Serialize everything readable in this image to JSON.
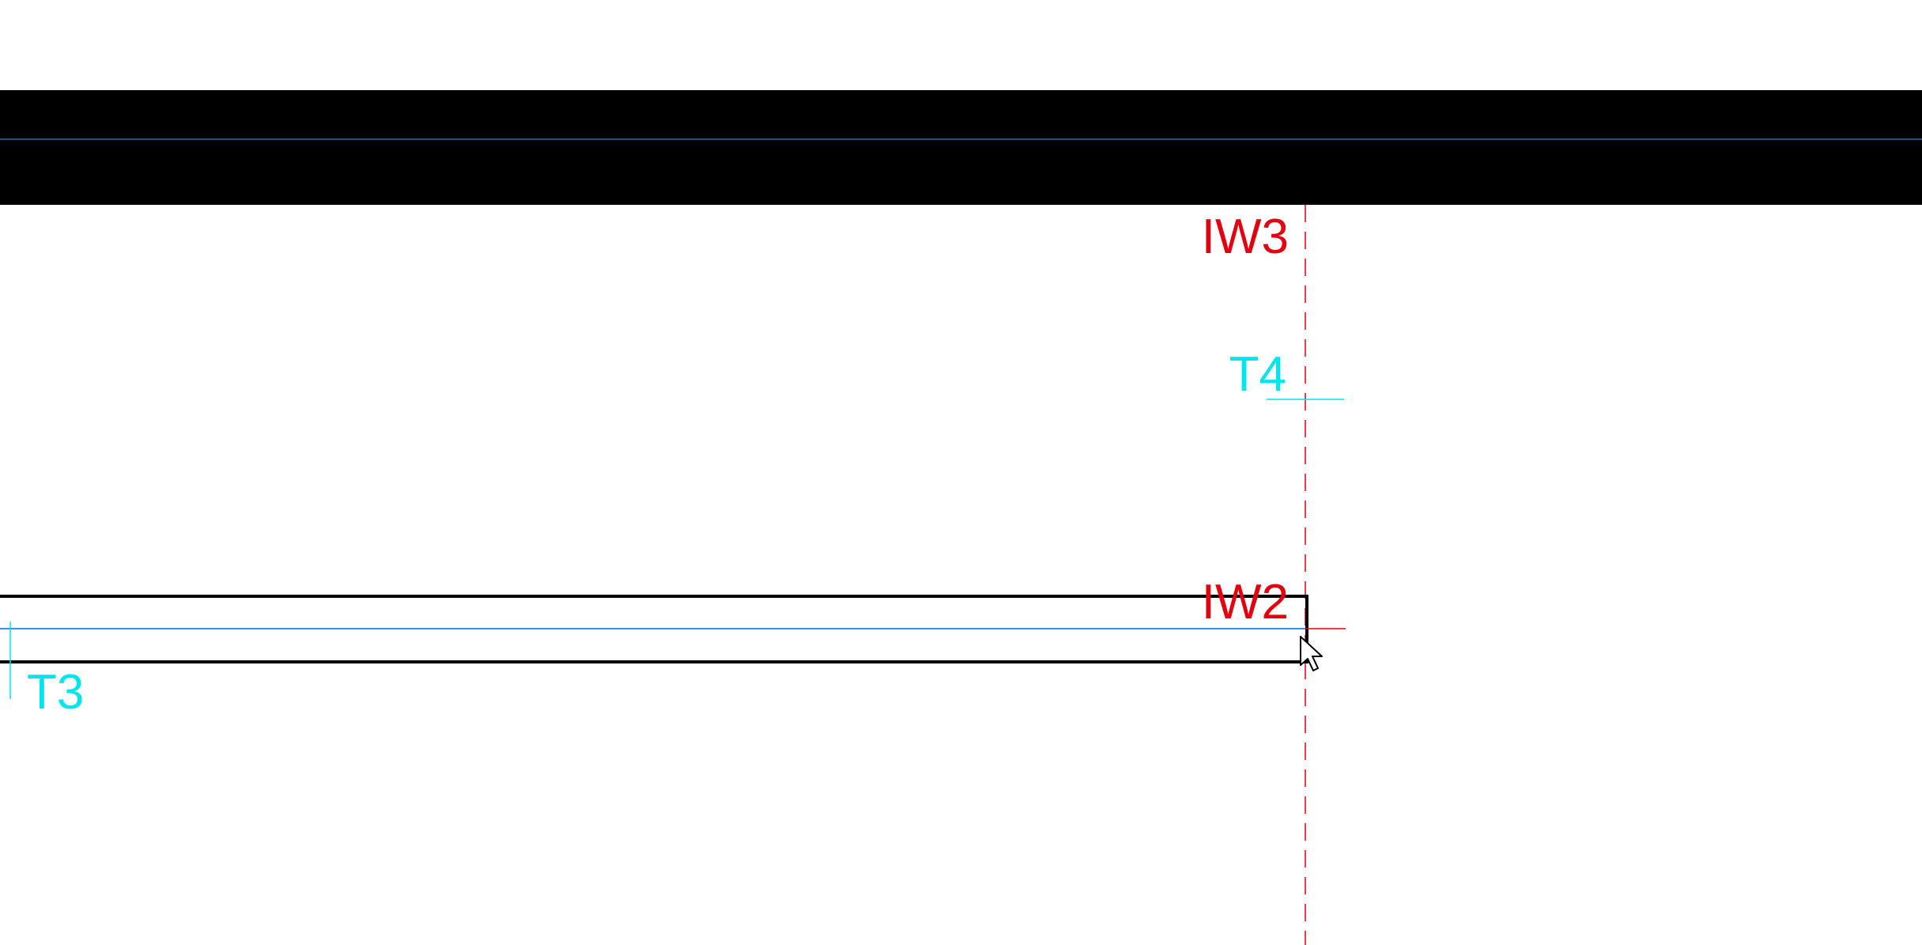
{
  "drawing": {
    "background_color": "#ffffff",
    "wall_color": "#000000",
    "element_stroke_color": "#000000",
    "centerline_color": "#3a8ee6",
    "header_centerline_color": "#1f4f7a",
    "gridline_color": "#e3000f",
    "tag_color": "#00e5ee",
    "labels": {
      "iw3": "IW3",
      "t4": "T4",
      "iw2": "IW2",
      "t3": "T3"
    },
    "icons": {
      "cursor": "arrow-pointer-icon"
    }
  }
}
